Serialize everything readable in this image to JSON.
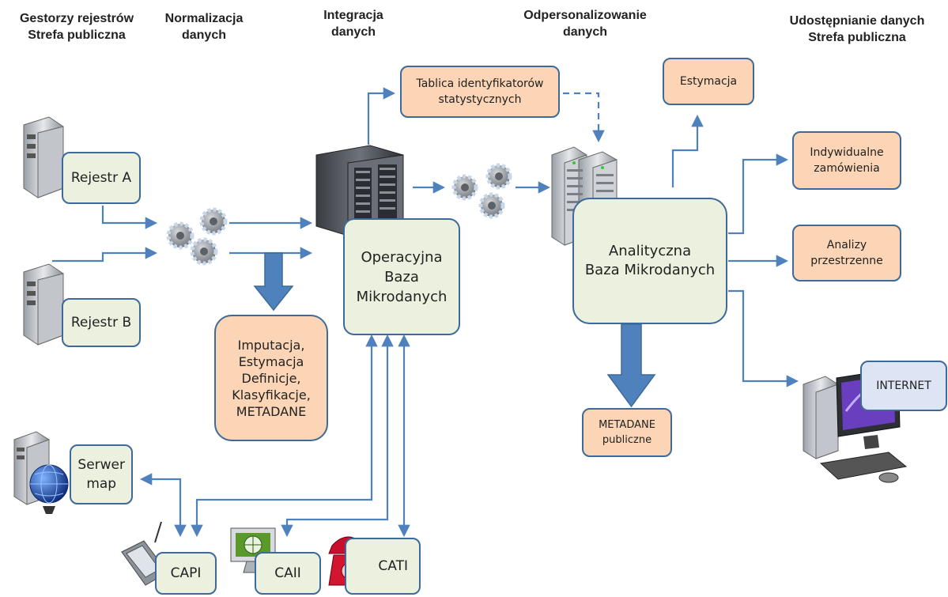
{
  "headers": {
    "gestorzy": [
      "Gestorzy rejestrów",
      "Strefa publiczna"
    ],
    "normalizacja": [
      "Normalizacja",
      "danych"
    ],
    "integracja": [
      "Integracja",
      "danych"
    ],
    "odpersonalizowanie": [
      "Odpersonalizowanie",
      "danych"
    ],
    "udostepnianie": [
      "Udostępnianie danych",
      "Strefa publiczna"
    ]
  },
  "nodes": {
    "rejestr_a": "Rejestr A",
    "rejestr_b": "Rejestr B",
    "imputacja": [
      "Imputacja,",
      "Estymacja",
      "Definicje,",
      "Klasyfikacje,",
      "METADANE"
    ],
    "operacyjna": [
      "Operacyjna",
      "Baza",
      "Mikrodanych"
    ],
    "tablica": [
      "Tablica identyfikatorów",
      "statystycznych"
    ],
    "analityczna": [
      "Analityczna",
      "Baza Mikrodanych"
    ],
    "estymacja": "Estymacja",
    "indywidualne": [
      "Indywidualne",
      "zamówienia"
    ],
    "analizy": [
      "Analizy",
      "przestrzenne"
    ],
    "internet": "INTERNET",
    "metadane_publiczne": [
      "METADANE",
      "publiczne"
    ],
    "serwer_map": [
      "Serwer",
      "map"
    ],
    "capi": "CAPI",
    "caii": "CAII",
    "cati": "CATI"
  },
  "colors": {
    "arrow": "#4f81bd",
    "box_border": "#3d6a99",
    "green_fill": "#ebf1de",
    "orange_fill": "#fbd5b5",
    "blue_fill": "#dde4f3"
  }
}
